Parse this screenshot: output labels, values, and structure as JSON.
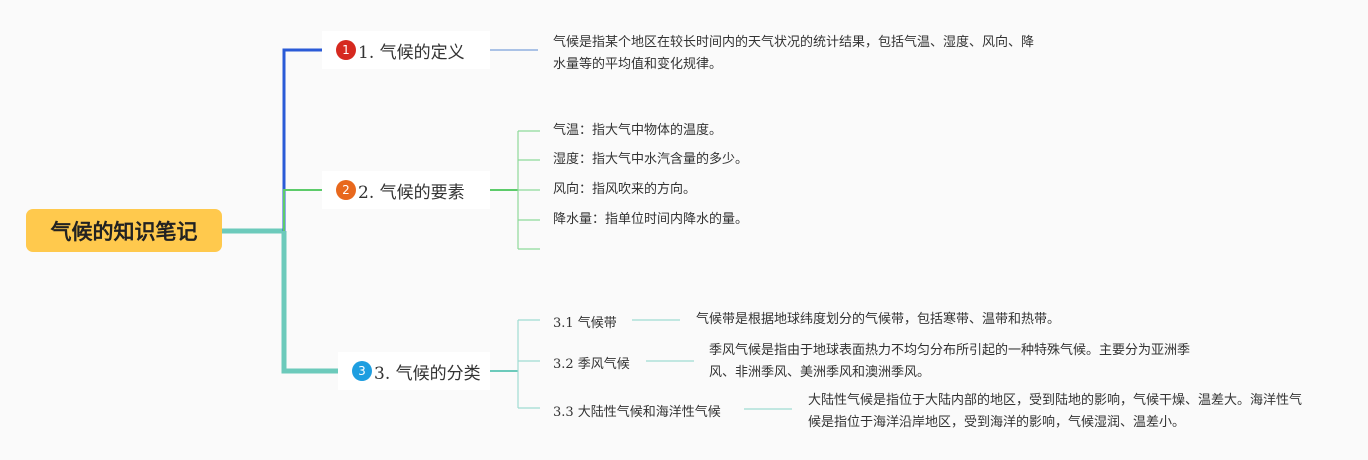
{
  "root": {
    "title": "气候的知识笔记"
  },
  "branches": [
    {
      "number": "1",
      "label": "1. 气候的定义",
      "color": "#d6291f",
      "note": "气候是指某个地区在较长时间内的天气状况的统计结果，包括气温、湿度、风向、降水量等的平均值和变化规律。"
    },
    {
      "number": "2",
      "label": "2. 气候的要素",
      "color": "#e8681d",
      "items": [
        "气温：指大气中物体的温度。",
        "湿度：指大气中水汽含量的多少。",
        "风向：指风吹来的方向。",
        "降水量：指单位时间内降水的量。"
      ]
    },
    {
      "number": "3",
      "label": "3. 气候的分类",
      "color": "#1e9ee0",
      "subs": [
        {
          "label": "3.1 气候带",
          "note": "气候带是根据地球纬度划分的气候带，包括寒带、温带和热带。"
        },
        {
          "label": "3.2 季风气候",
          "note": "季风气候是指由于地球表面热力不均匀分布所引起的一种特殊气候。主要分为亚洲季风、非洲季风、美洲季风和澳洲季风。"
        },
        {
          "label": "3.3 大陆性气候和海洋性气候",
          "note": "大陆性气候是指位于大陆内部的地区，受到陆地的影响，气候干燥、温差大。海洋性气候是指位于海洋沿岸地区，受到海洋的影响，气候湿润、温差小。"
        }
      ]
    }
  ],
  "colors": {
    "root_fill": "#ffc94d",
    "branch1_line": "#2a5bd7",
    "branch2_line": "#5ccb6a",
    "branch3_line": "#6ccabb",
    "note_line": "#8fb0e0"
  }
}
